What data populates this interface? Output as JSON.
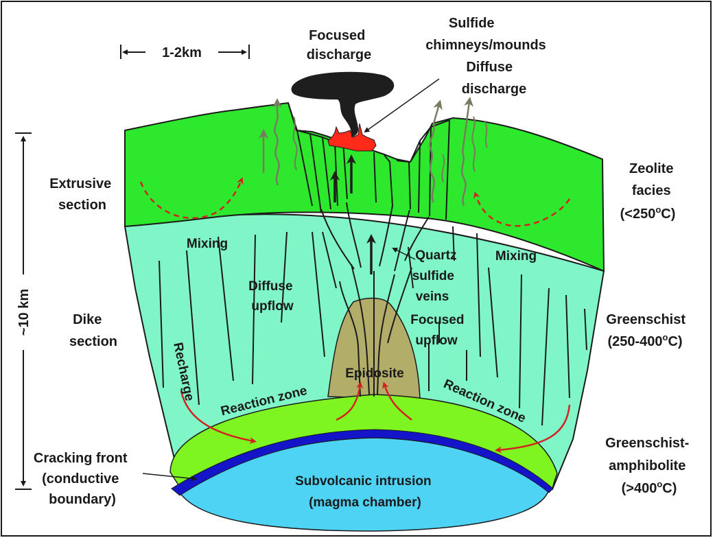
{
  "scale": {
    "horizontal": "1-2km",
    "vertical": "~10 km"
  },
  "left_labels": {
    "extrusive": [
      "Extrusive",
      "section"
    ],
    "dike": [
      "Dike",
      "section"
    ],
    "cracking": [
      "Cracking front",
      "(conductive",
      "boundary)"
    ]
  },
  "right_labels": {
    "zeolite": [
      "Zeolite",
      "facies",
      "(<250",
      "o",
      "C)"
    ],
    "greenschist": [
      "Greenschist",
      "(250-400",
      "o",
      "C)"
    ],
    "greenschist_amph": [
      "Greenschist-",
      "amphibolite",
      "(>400",
      "o",
      "C)"
    ]
  },
  "top_labels": {
    "focused_discharge": [
      "Focused",
      "discharge"
    ],
    "sulfide": [
      "Sulfide",
      "chimneys/mounds"
    ],
    "diffuse_discharge": [
      "Diffuse",
      "discharge"
    ]
  },
  "inner_labels": {
    "mixing_left": "Mixing",
    "mixing_right": "Mixing",
    "diffuse_upflow": [
      "Diffuse",
      "upflow"
    ],
    "quartz": [
      "Quartz",
      "sulfide",
      "veins"
    ],
    "focused_upflow": [
      "Focused",
      "upflow"
    ],
    "epidosite": "Epidosite",
    "recharge": "Recharge",
    "reaction_zone_left": "Reaction zone",
    "reaction_zone_right": "Reaction zone",
    "intrusion": [
      "Subvolcanic intrusion",
      "(magma chamber)"
    ]
  },
  "colors": {
    "extrusive_green": "#2ee82e",
    "dike_mint": "#7ff5c8",
    "reaction_lime": "#7ef520",
    "epidosite_olive": "#b3ad6a",
    "cracking_blue": "#1414c8",
    "magma_cyan": "#4fd3f5",
    "recharge_red": "#d42020",
    "chimney_red": "#ff2a1a",
    "plume_black": "#1e1e1e",
    "vent_arrow_gray": "#7a7a60"
  }
}
